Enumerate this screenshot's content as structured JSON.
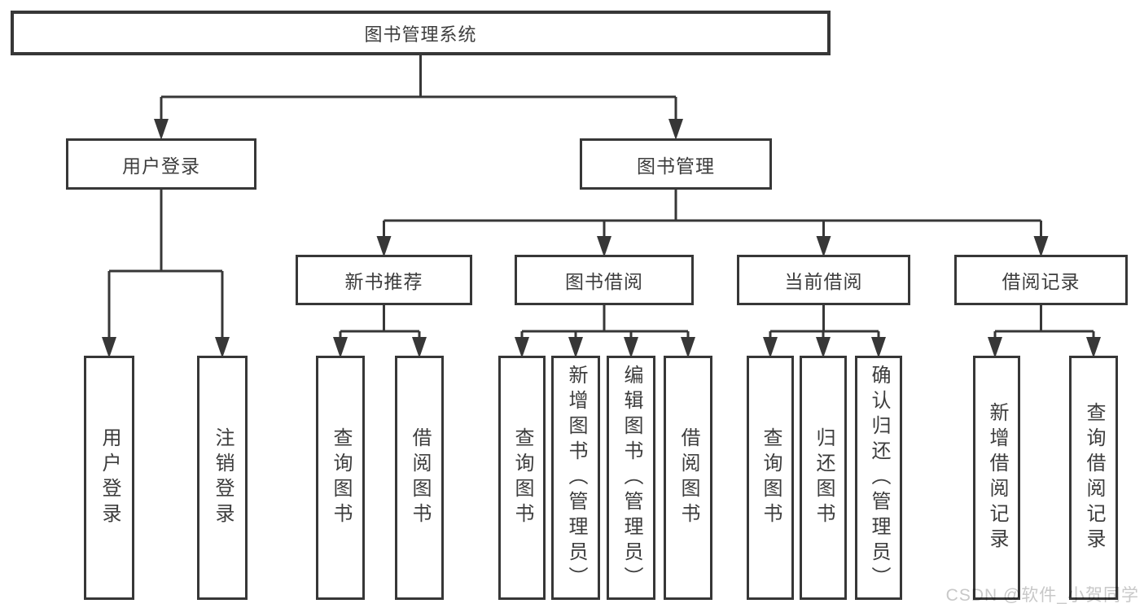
{
  "colors": {
    "line": "#373737",
    "text": "#3d3d3d",
    "watermark": "#c8c8c8",
    "background": "#ffffff"
  },
  "watermark": {
    "text": "CSDN @软件_小贺同学"
  },
  "diagram": {
    "type": "hierarchy-tree",
    "root": {
      "label": "图书管理系统"
    },
    "level2": [
      {
        "label": "用户登录"
      },
      {
        "label": "图书管理"
      }
    ],
    "level3": [
      {
        "label": "新书推荐",
        "parent": "图书管理"
      },
      {
        "label": "图书借阅",
        "parent": "图书管理"
      },
      {
        "label": "当前借阅",
        "parent": "图书管理"
      },
      {
        "label": "借阅记录",
        "parent": "图书管理"
      }
    ],
    "leaves": [
      {
        "label": "用户登录",
        "parent": "用户登录"
      },
      {
        "label": "注销登录",
        "parent": "用户登录"
      },
      {
        "label": "查询图书",
        "parent": "新书推荐"
      },
      {
        "label": "借阅图书",
        "parent": "新书推荐"
      },
      {
        "label": "查询图书",
        "parent": "图书借阅"
      },
      {
        "label": "新增图书（管理员）",
        "parent": "图书借阅"
      },
      {
        "label": "编辑图书（管理员）",
        "parent": "图书借阅"
      },
      {
        "label": "借阅图书",
        "parent": "图书借阅"
      },
      {
        "label": "查询图书",
        "parent": "当前借阅"
      },
      {
        "label": "归还图书",
        "parent": "当前借阅"
      },
      {
        "label": "确认归还（管理员）",
        "parent": "当前借阅"
      },
      {
        "label": "新增借阅记录",
        "parent": "借阅记录"
      },
      {
        "label": "查询借阅记录",
        "parent": "借阅记录"
      }
    ]
  }
}
